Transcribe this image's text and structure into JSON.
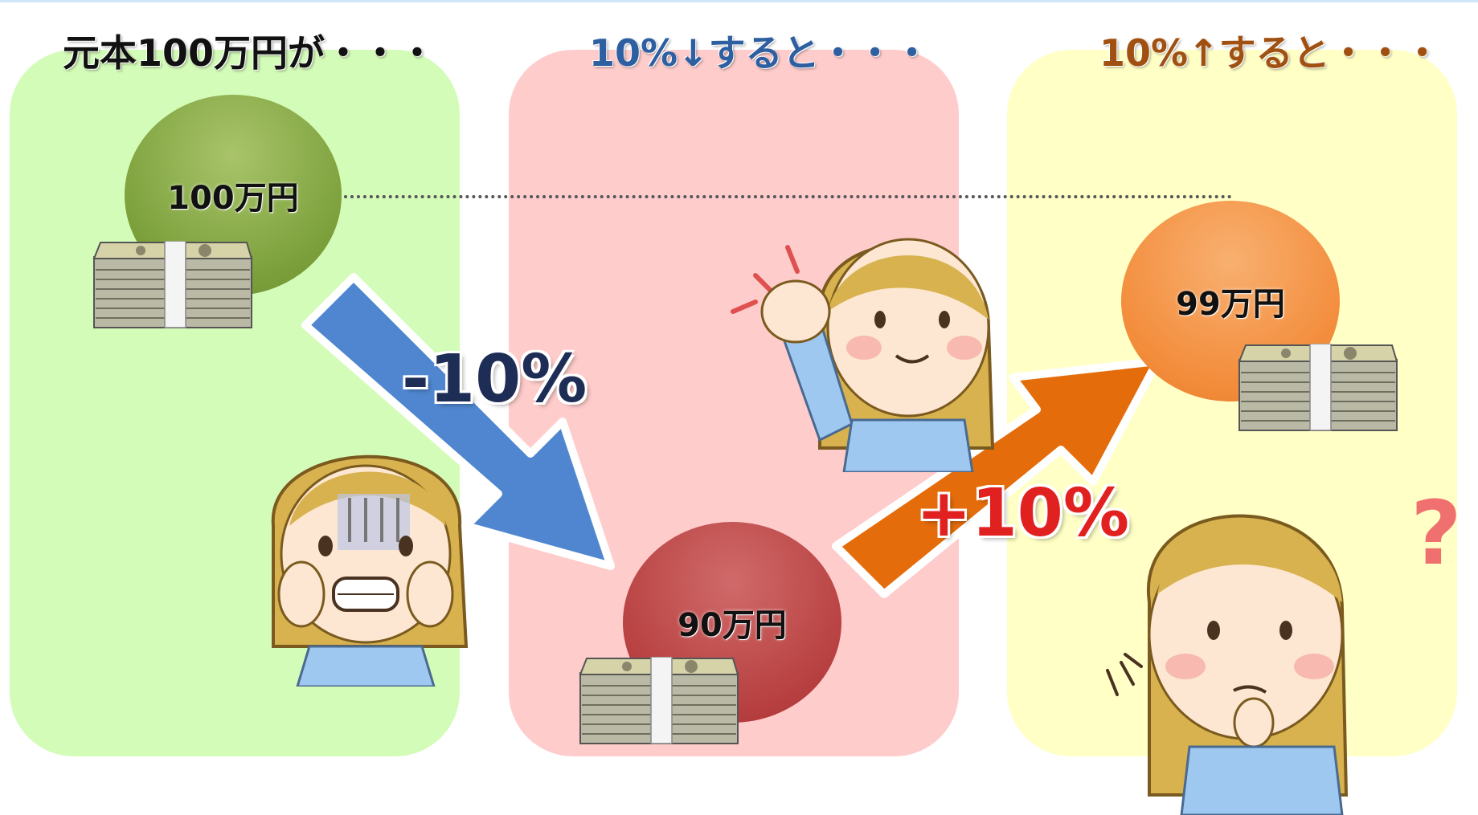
{
  "headings": {
    "principal": "元本100万円が・・・",
    "down": "10%↓すると・・・",
    "up": "10%↑すると・・・"
  },
  "amounts": {
    "start": "100万円",
    "after_down": "90万円",
    "after_up": "99万円"
  },
  "arrows": {
    "down_label": "-10%",
    "up_label": "+10%"
  },
  "colors": {
    "panel_green": "#d4fcb9",
    "panel_pink": "#ffcccc",
    "panel_yellow": "#ffffc6",
    "circle_green": "#7ba03b",
    "circle_red": "#b84040",
    "circle_orange": "#f38c3b",
    "arrow_blue": "#4f86cf",
    "arrow_orange": "#e46c0a"
  },
  "icons": [
    "cash-stack-icon",
    "worried-woman-icon",
    "cheering-woman-icon",
    "thinking-woman-icon",
    "question-mark-icon"
  ]
}
